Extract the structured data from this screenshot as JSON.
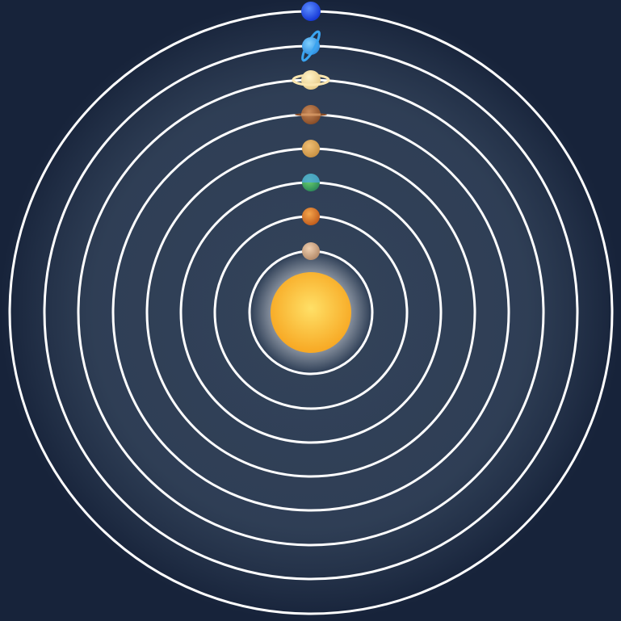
{
  "scene": {
    "background": "#17233a",
    "glow_color": "#33435a",
    "orbit_color": "#ffffff"
  },
  "sun": {
    "name": "sun",
    "color_core": "#ffe067",
    "color_edge": "#f7a823",
    "halo": "#ffffff"
  },
  "planets": [
    {
      "name": "mercury",
      "color_light": "#efcfb0",
      "color_dark": "#b68d6c"
    },
    {
      "name": "venus",
      "color_light": "#f4a54c",
      "color_dark": "#c25e1d"
    },
    {
      "name": "earth",
      "color_light": "#6fd56f",
      "color_dark": "#2e8c5a",
      "accent": "#4aa3df"
    },
    {
      "name": "mars",
      "color_light": "#f0bf74",
      "color_dark": "#c99244"
    },
    {
      "name": "jupiter",
      "color_light": "#c98a5a",
      "color_dark": "#8a4e28",
      "accent": "#e0a16b"
    },
    {
      "name": "saturn",
      "color_light": "#fff3c8",
      "color_dark": "#e8cc8a",
      "ring": "#fbe6b0"
    },
    {
      "name": "uranus",
      "color_light": "#7fd0ff",
      "color_dark": "#2f8fe0",
      "ring": "#3aa4f0"
    },
    {
      "name": "neptune",
      "color_light": "#5b8dff",
      "color_dark": "#1638d6"
    }
  ]
}
